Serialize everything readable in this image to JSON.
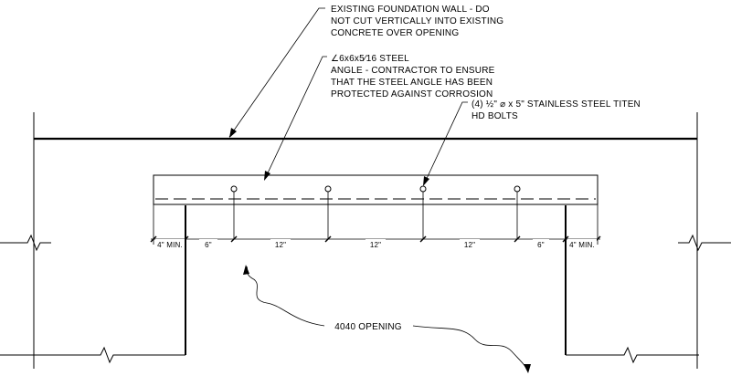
{
  "notes": {
    "foundation_wall": [
      "EXISTING FOUNDATION WALL - DO",
      "NOT CUT VERTICALLY INTO EXISTING",
      "CONCRETE OVER OPENING"
    ],
    "steel_angle": [
      "∠6x6x5⁄16 STEEL",
      "ANGLE - CONTRACTOR TO ENSURE",
      "THAT THE STEEL ANGLE HAS BEEN",
      "PROTECTED AGAINST CORROSION"
    ],
    "bolts": [
      "(4) ½\" ⌀ x 5\" STAINLESS STEEL TITEN",
      "HD BOLTS"
    ],
    "opening": "4040 OPENING"
  },
  "dimensions": [
    "4\" MIN.",
    "6\"",
    "12\"",
    "12\"",
    "12\"",
    "6\"",
    "4\" MIN."
  ]
}
